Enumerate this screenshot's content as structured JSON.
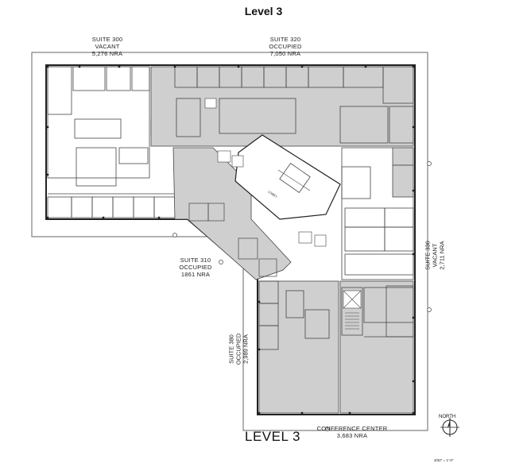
{
  "title": "Level 3",
  "footer_title": "LEVEL 3",
  "suites": [
    {
      "id": "suite-300",
      "name": "SUITE 300",
      "status": "VACANT",
      "area": "5,276 NRA"
    },
    {
      "id": "suite-320",
      "name": "SUITE 320",
      "status": "OCCUPIED",
      "area": "7,050 NRA"
    },
    {
      "id": "suite-330",
      "name": "SUITE 330",
      "status": "VACANT",
      "area": "2,711 NRA"
    },
    {
      "id": "suite-310",
      "name": "SUITE 310",
      "status": "OCCUPIED",
      "area": "1861 NRA"
    },
    {
      "id": "suite-380",
      "name": "SUITE 380",
      "status": "OCCUPIED",
      "area": "2,989 NRA"
    },
    {
      "id": "conference",
      "name": "CONFERENCE CENTER",
      "status": "",
      "area": "3,683 NRA"
    }
  ],
  "compass": {
    "label": "NORTH",
    "scale": "3/32\" = 1'-0\""
  },
  "colors": {
    "tenant_fill": "#cfcfcf",
    "core_fill": "#ffffff",
    "wall": "#333333",
    "outline": "#555555"
  }
}
